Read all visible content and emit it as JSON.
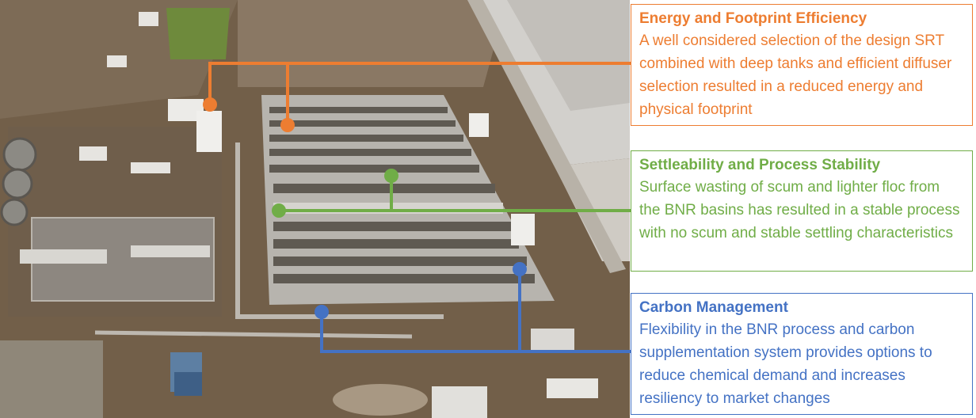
{
  "photo": {
    "description_icon": "aerial-plant-photo"
  },
  "callouts": {
    "energy": {
      "title": "Energy and Footprint Efficiency",
      "body": "A well considered selection of the design SRT combined with deep tanks and efficient diffuser selection resulted in a reduced energy and physical footprint",
      "color": "#ed7d31"
    },
    "settleability": {
      "title": "Settleability and Process Stability",
      "body": "Surface wasting of scum and lighter floc from the BNR basins has resulted in a stable process with no scum and stable settling characteristics",
      "color": "#70ad47"
    },
    "carbon": {
      "title": "Carbon Management",
      "body": "Flexibility in the BNR process and carbon supplementation system provides options to reduce chemical demand and increases resiliency to market changes",
      "color": "#4472c4"
    }
  }
}
